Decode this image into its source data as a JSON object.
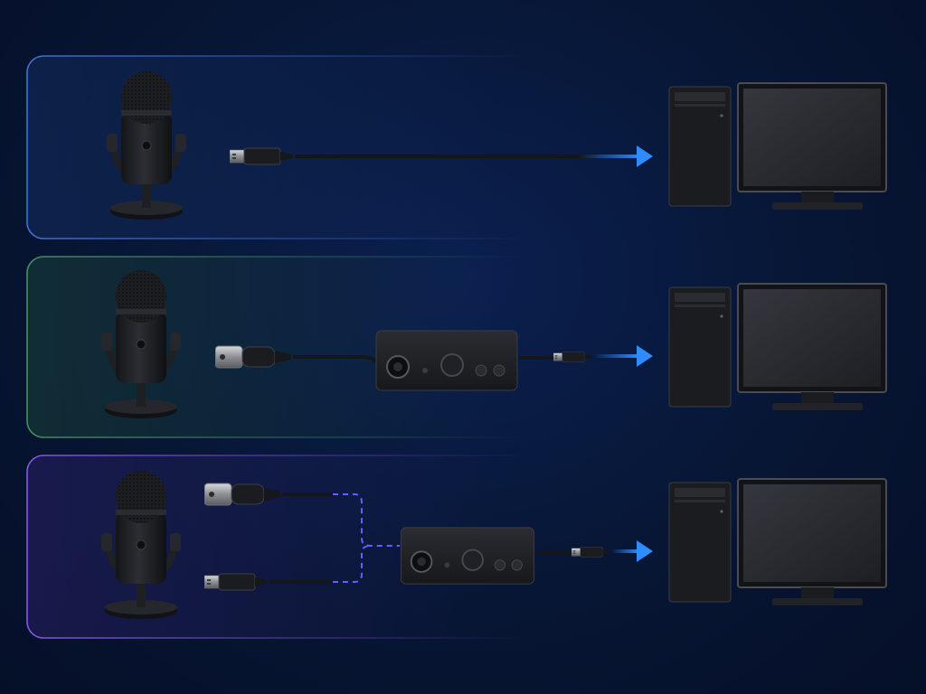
{
  "diagram": {
    "rows": [
      {
        "id": "usb-direct",
        "accent": "#3b6fd6",
        "nodes": [
          "usb-microphone",
          "usb-cable",
          "computer"
        ]
      },
      {
        "id": "xlr-interface",
        "accent": "#3f8a5c",
        "nodes": [
          "xlr-microphone",
          "xlr-cable",
          "audio-interface",
          "usb-cable",
          "computer"
        ]
      },
      {
        "id": "hybrid",
        "accent": "#7a4fd8",
        "nodes": [
          "hybrid-microphone",
          "xlr-cable",
          "usb-cable",
          "audio-interface",
          "usb-cable",
          "computer"
        ]
      }
    ],
    "colors": {
      "arrow": "#2f8cff",
      "dashed-link": "#6a5cff",
      "device-body": "#1c1d22",
      "background": "#071634"
    }
  }
}
